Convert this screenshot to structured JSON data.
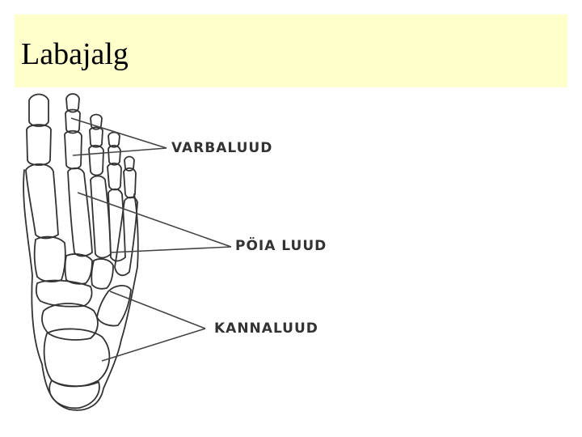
{
  "slide": {
    "title": "Labajalg"
  },
  "diagram": {
    "subject": "foot-skeleton-icon",
    "labels": {
      "toes": "VARBALUUD",
      "metatarsals": "PÖIA LUUD",
      "tarsals": "KANNALUUD"
    },
    "colors": {
      "title_background": "#ffffcc",
      "outline": "#333333"
    }
  }
}
